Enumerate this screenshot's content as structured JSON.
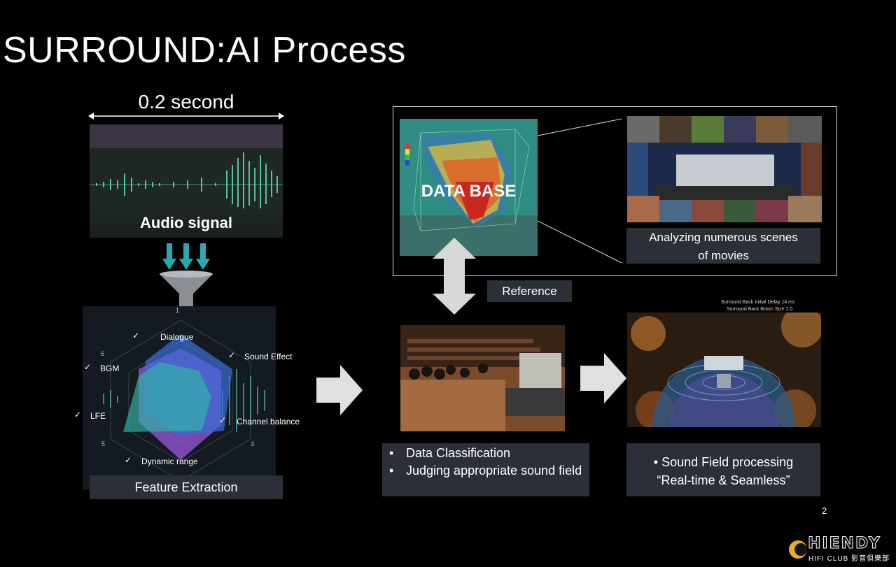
{
  "slide": {
    "title": "SURROUND:AI Process",
    "page_number": "2"
  },
  "audio": {
    "duration_label": "0.2 second",
    "label": "Audio signal"
  },
  "features": {
    "label": "Feature Extraction",
    "axes": [
      "Dialogue",
      "Sound  Effect",
      "Channel balance",
      "Dynamic range",
      "LFE",
      "BGM"
    ],
    "tick_numbers": [
      "1",
      "3",
      "5",
      "6"
    ],
    "check": "✓"
  },
  "database": {
    "label": "DATA BASE",
    "movies_caption": "Analyzing numerous scenes of movies",
    "movies_caption_line1": "Analyzing numerous scenes",
    "movies_caption_line2": "of movies",
    "reference_label": "Reference"
  },
  "classification": {
    "items": [
      "Data Classification",
      "Judging appropriate sound field"
    ]
  },
  "sound_field": {
    "line1": "•  Sound Field processing",
    "line2": "“Real-time & Seamless”",
    "header_line1": "Surround Back Initial Delay   14 ms",
    "header_line2": "Surround Back Room Size   1.0"
  },
  "logo": {
    "name": "HIENDY",
    "sub": "HIFI CLUB 影音俱樂部"
  },
  "colors": {
    "background": "#000000",
    "caption_box": "#2b3038",
    "arrow": "#e0e0e0",
    "waveform": "#5fe0b0",
    "radar_blue": "#3a6fd8",
    "radar_purple": "#9a5ad8",
    "radar_teal": "#2fb8a8"
  }
}
